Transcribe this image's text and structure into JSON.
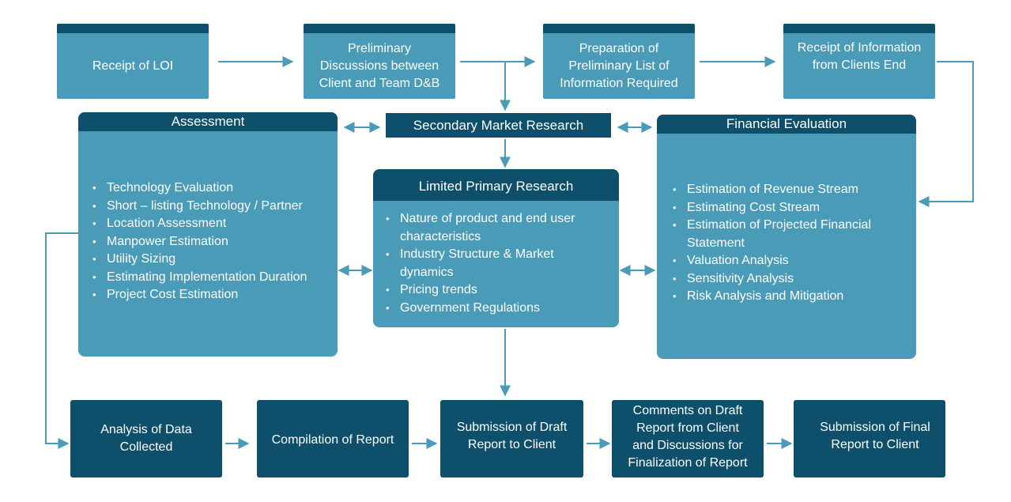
{
  "top_row": {
    "receipt_loi": "Receipt of LOI",
    "preliminary_discussions": [
      "Preliminary",
      "Discussions between",
      "Client and Team D&B"
    ],
    "preparation_list": [
      "Preparation of",
      "Preliminary List of",
      "Information Required"
    ],
    "receipt_information": [
      "Receipt of Information",
      "from Clients End"
    ]
  },
  "secondary_market_research": "Secondary Market Research",
  "assessment": {
    "title": "Assessment",
    "items": [
      "Technology Evaluation",
      "Short – listing Technology / Partner",
      "Location Assessment",
      "Manpower Estimation",
      "Utility Sizing",
      "Estimating Implementation Duration",
      "Project Cost Estimation"
    ]
  },
  "limited_primary_research": {
    "title": "Limited Primary Research",
    "items": [
      "Nature of product and end user characteristics",
      "Industry Structure & Market dynamics",
      "Pricing trends",
      "Government Regulations"
    ]
  },
  "financial_evaluation": {
    "title": "Financial Evaluation",
    "items": [
      "Estimation of Revenue Stream",
      "Estimating Cost Stream",
      "Estimation of Projected Financial Statement",
      "Valuation Analysis",
      "Sensitivity Analysis",
      "Risk Analysis and Mitigation"
    ]
  },
  "bottom_row": {
    "analysis": [
      "Analysis of Data",
      "Collected"
    ],
    "compilation": "Compilation of Report",
    "submission_draft": [
      "Submission of Draft",
      "Report to Client"
    ],
    "comments": [
      "Comments on Draft",
      "Report from Client",
      "and Discussions for",
      "Finalization of Report"
    ],
    "submission_final": [
      "Submission of Final",
      "Report to Client"
    ]
  },
  "colors": {
    "light_box": "#4a9bb8",
    "dark_box": "#0e4f6b",
    "connector": "#4a9bb8"
  }
}
